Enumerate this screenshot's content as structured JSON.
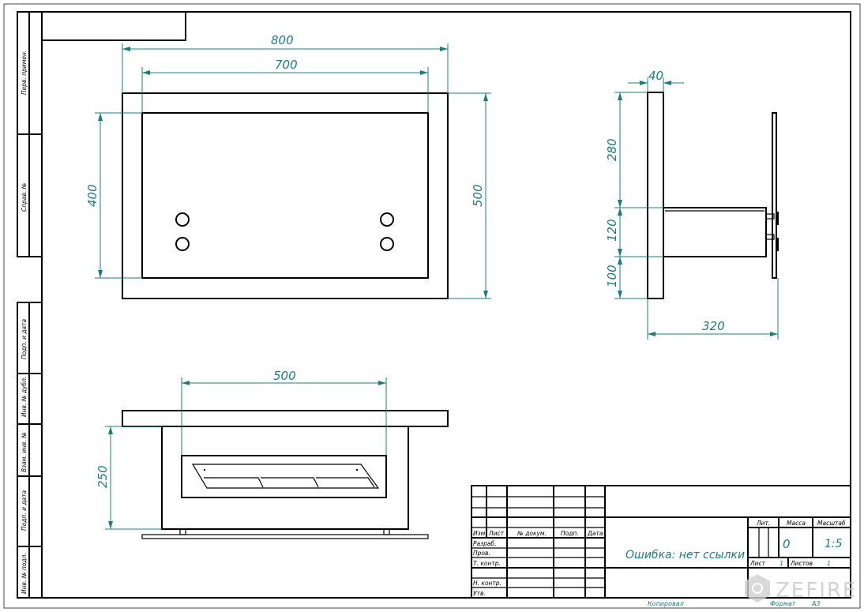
{
  "drawing": {
    "front_view": {
      "width_outer": "800",
      "width_inner": "700",
      "height_inner": "400",
      "height_outer": "500"
    },
    "side_view": {
      "thickness": "40",
      "upper": "280",
      "middle": "120",
      "lower": "100",
      "depth": "320"
    },
    "top_view": {
      "window_width": "500",
      "height": "250"
    }
  },
  "side_strip": [
    "Перв. примен.",
    "Справ. №",
    "Подп. и дата",
    "Инв. № дубл.",
    "Взам. инв. №",
    "Подп. и дата",
    "Инв. № подл."
  ],
  "title_block": {
    "headers": [
      "Изм.",
      "Лист",
      "№ докум.",
      "Подп.",
      "Дата"
    ],
    "roles": [
      "Разраб.",
      "Пров.",
      "Т. контр.",
      "Н. контр.",
      "Утв."
    ],
    "title": "Ошибка: нет ссылки",
    "lit_label": "Лит.",
    "mass_label": "Масса",
    "scale_label": "Масштаб",
    "mass": "0",
    "scale": "1:5",
    "sheet_label": "Лист",
    "sheet": "1",
    "sheets_label": "Листов",
    "sheets": "1",
    "copied": "Копировал",
    "format_label": "Формат",
    "format": "A3"
  },
  "watermark": "ZEFIRE",
  "colors": {
    "dimension": "#1c7c7c",
    "lines": "#000000"
  }
}
